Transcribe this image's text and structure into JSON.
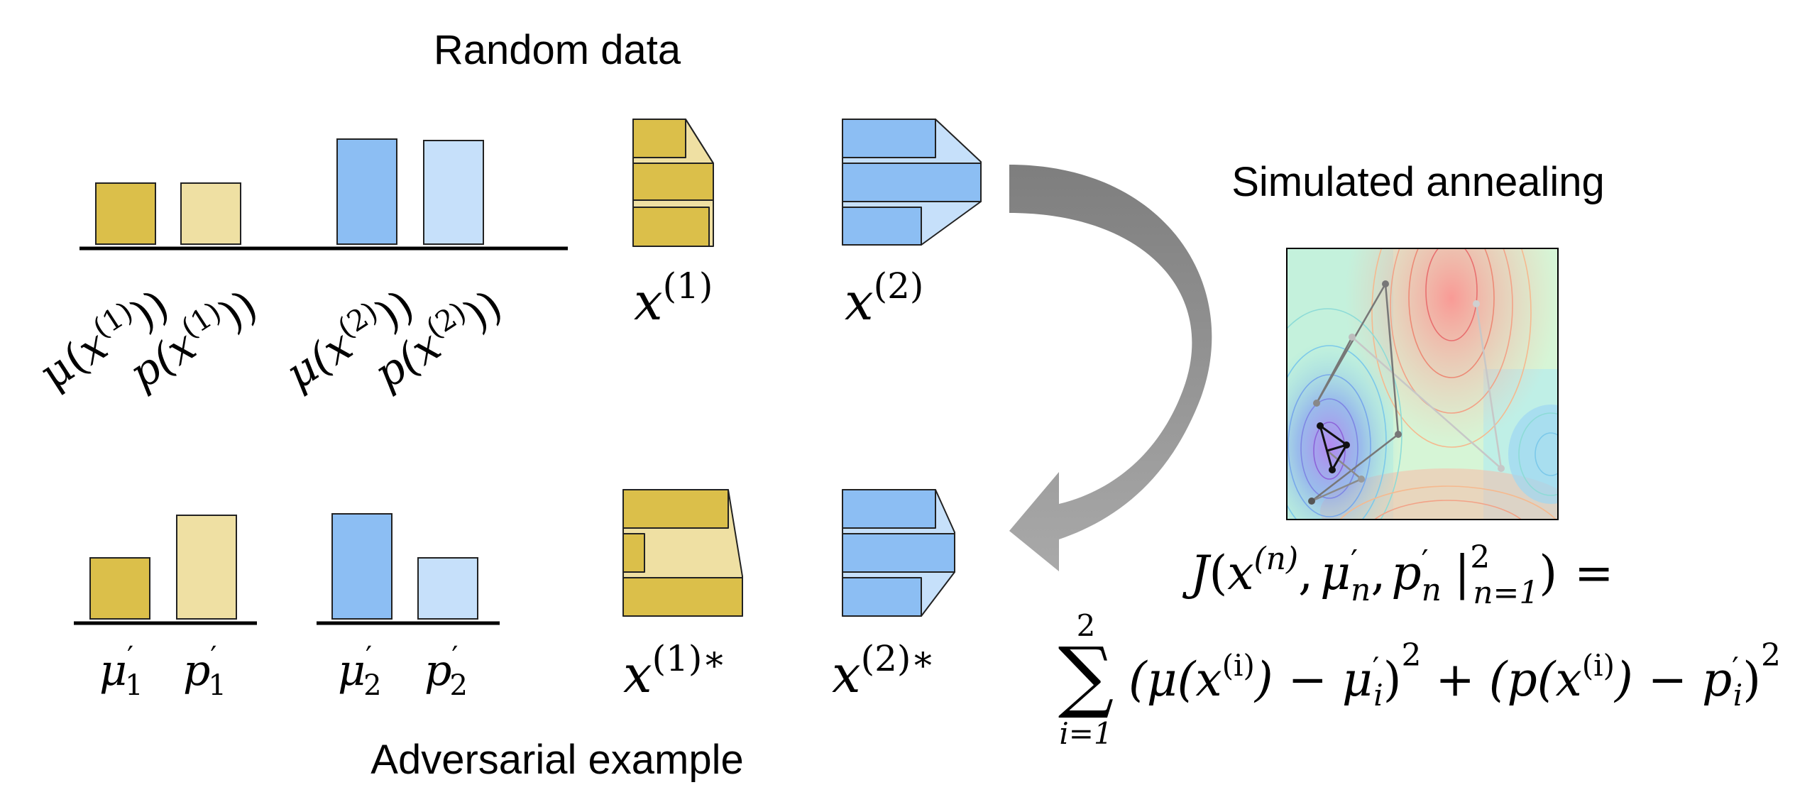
{
  "titles": {
    "top": "Random data",
    "bottom": "Adversarial example",
    "annealing": "Simulated annealing"
  },
  "colors": {
    "gold": "#dbbf4a",
    "gold_light": "#efe0a3",
    "blue": "#8cbef3",
    "blue_light": "#c6e0fa",
    "arrow": "#8a8a8a"
  },
  "top_bars": {
    "labels": {
      "mu1_fn": "μ(",
      "mu1_var": "x",
      "mu1_sup": "(1)",
      "mu1_close": "))",
      "p1_fn": "p(",
      "p1_var": "x",
      "p1_sup": "(1)",
      "p1_close": "))",
      "mu2_fn": "μ(",
      "mu2_var": "x",
      "mu2_sup": "(2)",
      "mu2_close": "))",
      "p2_fn": "p(",
      "p2_var": "x",
      "p2_sup": "(2)",
      "p2_close": "))"
    }
  },
  "bottom_bars": {
    "labels": {
      "mu1": "μ",
      "mu1_prime": "′",
      "mu1_sub": "1",
      "p1": "p",
      "p1_prime": "′",
      "p1_sub": "1",
      "mu2": "μ",
      "mu2_prime": "′",
      "mu2_sub": "2",
      "p2": "p",
      "p2_prime": "′",
      "p2_sub": "2"
    }
  },
  "docs": {
    "x1": {
      "var": "x",
      "sup": "(1)"
    },
    "x2": {
      "var": "x",
      "sup": "(2)"
    },
    "x1s": {
      "var": "x",
      "sup": "(1)∗"
    },
    "x2s": {
      "var": "x",
      "sup": "(2)∗"
    }
  },
  "formula": {
    "line1": {
      "J": "J",
      "open": "(",
      "x": "x",
      "sup_n": "(n)",
      "comma1": ",",
      "mu": "μ",
      "mu_prime": "′",
      "mu_sub": "n",
      "comma2": ",",
      "p": "p",
      "p_prime": "′",
      "p_sub": "n",
      "bar": "|",
      "bar_sup": "2",
      "bar_sub": "n=1",
      "close": ")",
      "eq": "="
    },
    "line2": {
      "sum": "∑",
      "sum_top": "2",
      "sum_bottom": "i=1",
      "term1": "(μ(x",
      "term1_sup": "(i)",
      "term1_rest": ") − μ",
      "term1_prime": "′",
      "term1_sub": "i",
      "term1_close": ")",
      "term1_sq": "2",
      "plus": "+",
      "term2": "(p(x",
      "term2_sup": "(i)",
      "term2_rest": ") − p",
      "term2_prime": "′",
      "term2_sub": "i",
      "term2_close": ")",
      "term2_sq": "2"
    }
  }
}
